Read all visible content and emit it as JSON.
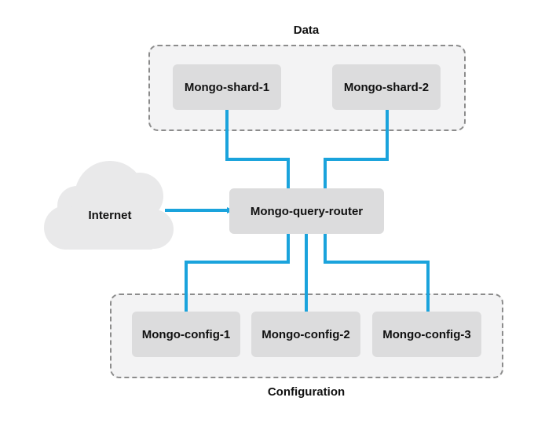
{
  "groups": {
    "data": {
      "label": "Data"
    },
    "configuration": {
      "label": "Configuration"
    }
  },
  "nodes": {
    "shard_1": "Mongo-shard-1",
    "shard_2": "Mongo-shard-2",
    "router": "Mongo-query-router",
    "config_1": "Mongo-config-1",
    "config_2": "Mongo-config-2",
    "config_3": "Mongo-config-3",
    "internet": "Internet"
  },
  "colors": {
    "connector": "#1aa3dc",
    "node_fill": "#dcdcdd",
    "group_fill": "#f3f3f4",
    "group_border": "#8c8c8c",
    "cloud_fill": "#e9e9ea"
  },
  "icons": {
    "internet": "cloud-icon"
  }
}
